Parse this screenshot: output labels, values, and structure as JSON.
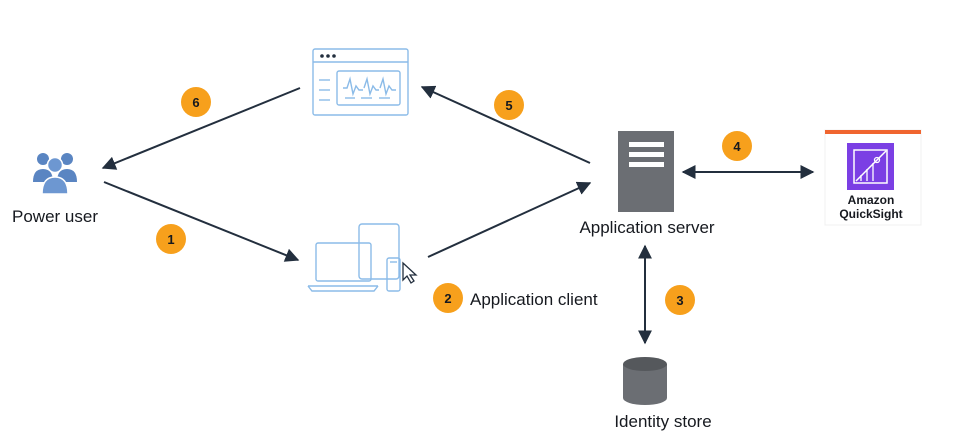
{
  "nodes": {
    "power_user": "Power user",
    "application_server": "Application server",
    "application_client": "Application client",
    "identity_store": "Identity store",
    "quicksight_line1": "Amazon",
    "quicksight_line2": "QuickSight"
  },
  "steps": [
    "1",
    "2",
    "3",
    "4",
    "5",
    "6"
  ],
  "colors": {
    "badge": "#f7a01c",
    "arrow": "#232f3e",
    "icon_blue": "#7fb3e6",
    "server_gray": "#6b6e73",
    "quicksight_purple": "#7b3fe4",
    "quicksight_bar": "#f0652f"
  },
  "icons": {
    "power_user": "users-group-icon",
    "dashboard": "browser-dashboard-icon",
    "client": "multi-device-icon",
    "server": "server-icon",
    "identity_store": "database-icon",
    "quicksight": "quicksight-logo-icon"
  }
}
